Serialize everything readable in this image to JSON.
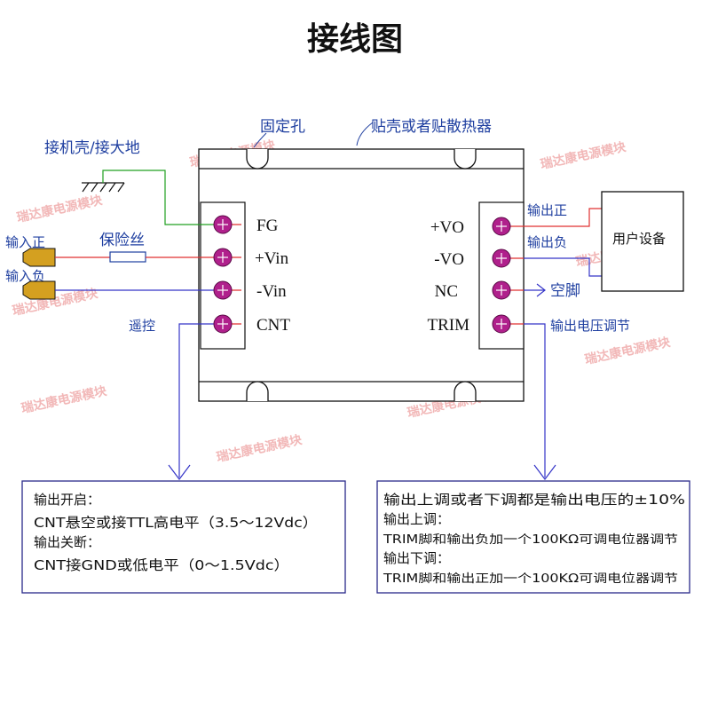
{
  "title": "接线图",
  "labels": {
    "mount_hole": "固定孔",
    "heatsink": "贴壳或者贴散热器",
    "chassis": "接机壳/接大地",
    "fuse": "保险丝",
    "input_pos": "输入正",
    "input_neg": "输入负",
    "remote": "遥控",
    "output_pos": "输出正",
    "output_neg": "输出负",
    "user_device": "用户设备",
    "empty_pin": "空脚",
    "trim_adjust": "输出电压调节"
  },
  "pins_left": [
    "FG",
    "+Vin",
    "-Vin",
    "CNT"
  ],
  "pins_right": [
    "+VO",
    "-VO",
    "NC",
    "TRIM"
  ],
  "box_left": {
    "line1": "输出开启：",
    "line2": "CNT悬空或接TTL高电平（3.5～12Vdc）",
    "line3": "输出关断：",
    "line4": "CNT接GND或低电平（0～1.5Vdc）"
  },
  "box_right": {
    "line1": "输出上调或者下调都是输出电压的±10%",
    "line2": "输出上调：",
    "line3": "TRIM脚和输出负加一个100KΩ可调电位器调节",
    "line4": "输出下调：",
    "line5": "TRIM脚和输出正加一个100KΩ可调电位器调节"
  },
  "watermark": "瑞达康电源模块",
  "colors": {
    "pin_fill": "#b0208c",
    "wire_red": "#e03030",
    "wire_blue": "#3535c8",
    "wire_green": "#20a020",
    "label_blue": "#1f3fa0",
    "terminal_gold": "#d4a020"
  }
}
